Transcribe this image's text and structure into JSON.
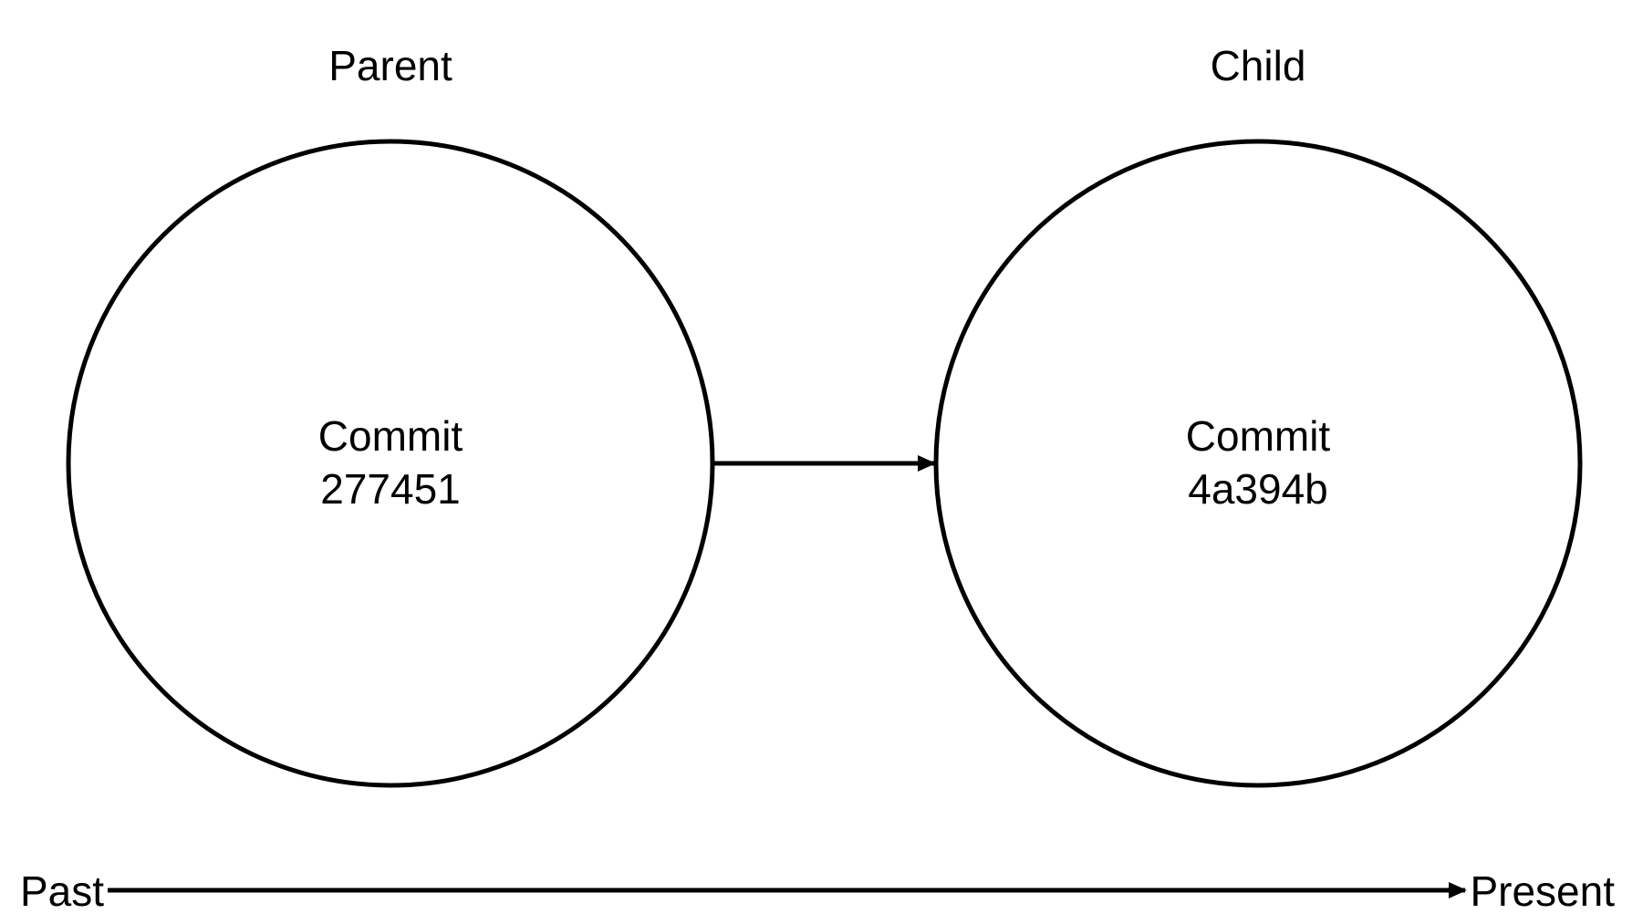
{
  "nodes": [
    {
      "role": "Parent",
      "line1": "Commit",
      "line2": "277451"
    },
    {
      "role": "Child",
      "line1": "Commit",
      "line2": "4a394b"
    }
  ],
  "timeline": {
    "start_label": "Past",
    "end_label": "Present"
  },
  "colors": {
    "stroke": "#000000",
    "background": "#ffffff"
  }
}
